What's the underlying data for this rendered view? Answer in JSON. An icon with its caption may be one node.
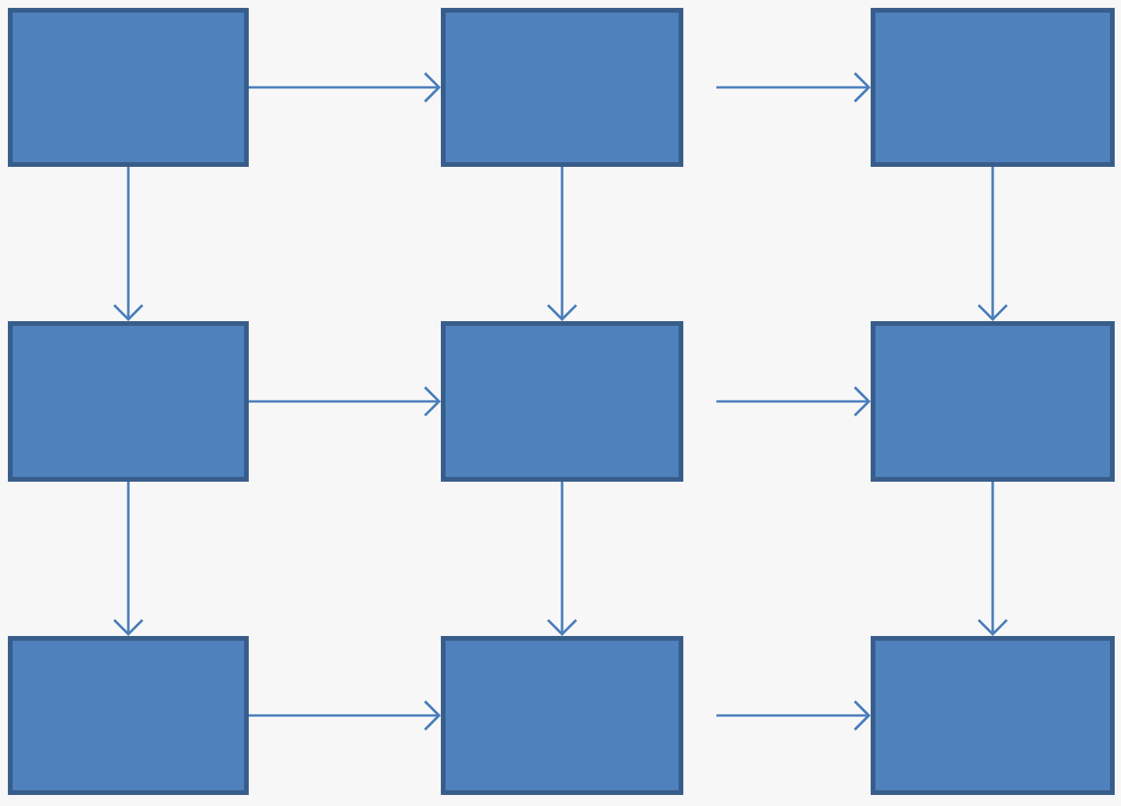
{
  "diagram": {
    "nodes": [
      {
        "text": [],
        "shape": "box"
      },
      {
        "text": [],
        "shape": "box"
      },
      {
        "text": [],
        "shape": "box"
      },
      {
        "text": [],
        "shape": "box"
      },
      {
        "text": [],
        "shape": "box"
      },
      {
        "text": [],
        "shape": "box"
      },
      {
        "text": [],
        "shape": "box"
      },
      {
        "text": [],
        "shape": "box"
      },
      {
        "text": [],
        "shape": "box"
      }
    ],
    "edges": [
      {
        "from": 0,
        "to": 1,
        "arrow": "to"
      },
      {
        "from": 1,
        "to": 2,
        "arrow": "to"
      },
      {
        "from": 0,
        "to": 3,
        "arrow": "to"
      },
      {
        "from": 1,
        "to": 4,
        "arrow": "to"
      },
      {
        "from": 2,
        "to": 5,
        "arrow": "to"
      },
      {
        "from": 3,
        "to": 4,
        "arrow": "to"
      },
      {
        "from": 4,
        "to": 5,
        "arrow": "to"
      },
      {
        "from": 3,
        "to": 6,
        "arrow": "to"
      },
      {
        "from": 4,
        "to": 7,
        "arrow": "to"
      },
      {
        "from": 5,
        "to": 8,
        "arrow": "to"
      },
      {
        "from": 6,
        "to": 7,
        "arrow": "to"
      },
      {
        "from": 7,
        "to": 8,
        "arrow": "to"
      }
    ]
  }
}
